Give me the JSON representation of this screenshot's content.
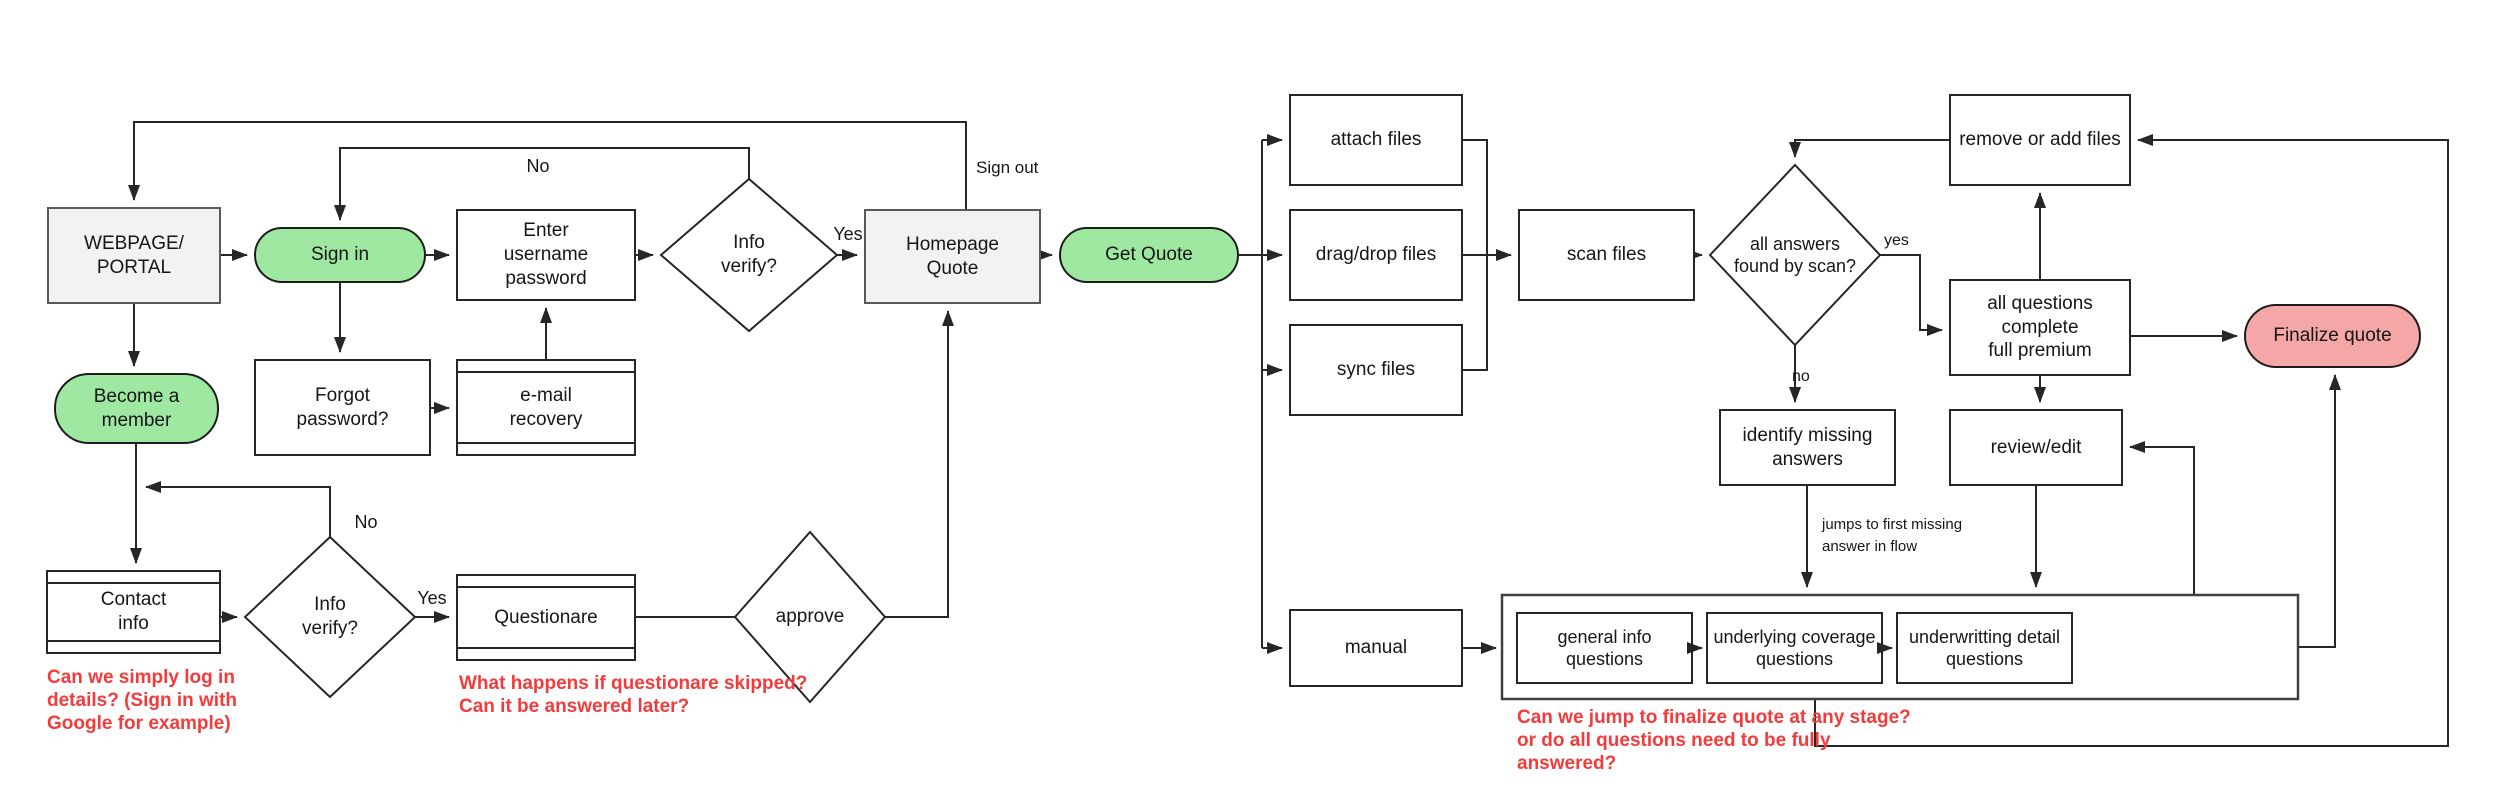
{
  "diagram_title": "Sign-in and Get Quote flowchart",
  "colors": {
    "green": "#9fe8a2",
    "pink": "#f5a6a6",
    "gray_fill": "#f2f2f2",
    "gray_border": "#595959",
    "white": "#ffffff",
    "line": "#262626",
    "red_note": "#f43b3b"
  },
  "nodes": {
    "webpage_portal": "WEBPAGE/\nPORTAL",
    "sign_in": "Sign in",
    "enter_credentials": "Enter\nusername\npassword",
    "info_verify_top": "Info\nverify?",
    "homepage_quote": "Homepage\nQuote",
    "get_quote": "Get Quote",
    "forgot_password": "Forgot\npassword?",
    "email_recovery": "e-mail\nrecovery",
    "become_member": "Become a\nmember",
    "contact_info": "Contact\ninfo",
    "info_verify_bottom": "Info\nverify?",
    "questionare": "Questionare",
    "approve": "approve",
    "attach_files": "attach files",
    "drag_drop_files": "drag/drop files",
    "sync_files": "sync files",
    "scan_files": "scan files",
    "scan_check": "all answers\nfound by scan?",
    "remove_add_files": "remove or add files",
    "all_questions_complete": "all questions\ncomplete\nfull premium",
    "finalize_quote": "Finalize quote",
    "identify_missing": "identify missing\nanswers",
    "review_edit": "review/edit",
    "manual": "manual",
    "general_info": "general info\nquestions",
    "underlying_coverage": "underlying coverage\nquestions",
    "underwriting_detail": "underwritting detail\nquestions"
  },
  "edge_labels": {
    "sign_out": "Sign out",
    "no_top": "No",
    "yes_top": "Yes",
    "no_bottom": "No",
    "yes_bottom": "Yes",
    "yes_scan": "yes",
    "no_scan": "no",
    "jumps_note": "jumps to first missing\nanswer in flow"
  },
  "notes": {
    "contact": "Can we simply log in\ndetails? (Sign in with\nGoogle for example)",
    "questionare": "What happens if questionare skipped?\nCan it be answered later?",
    "finalize": "Can we jump to finalize quote at any stage?\nor do all questions need to be fully\nanswered?"
  }
}
